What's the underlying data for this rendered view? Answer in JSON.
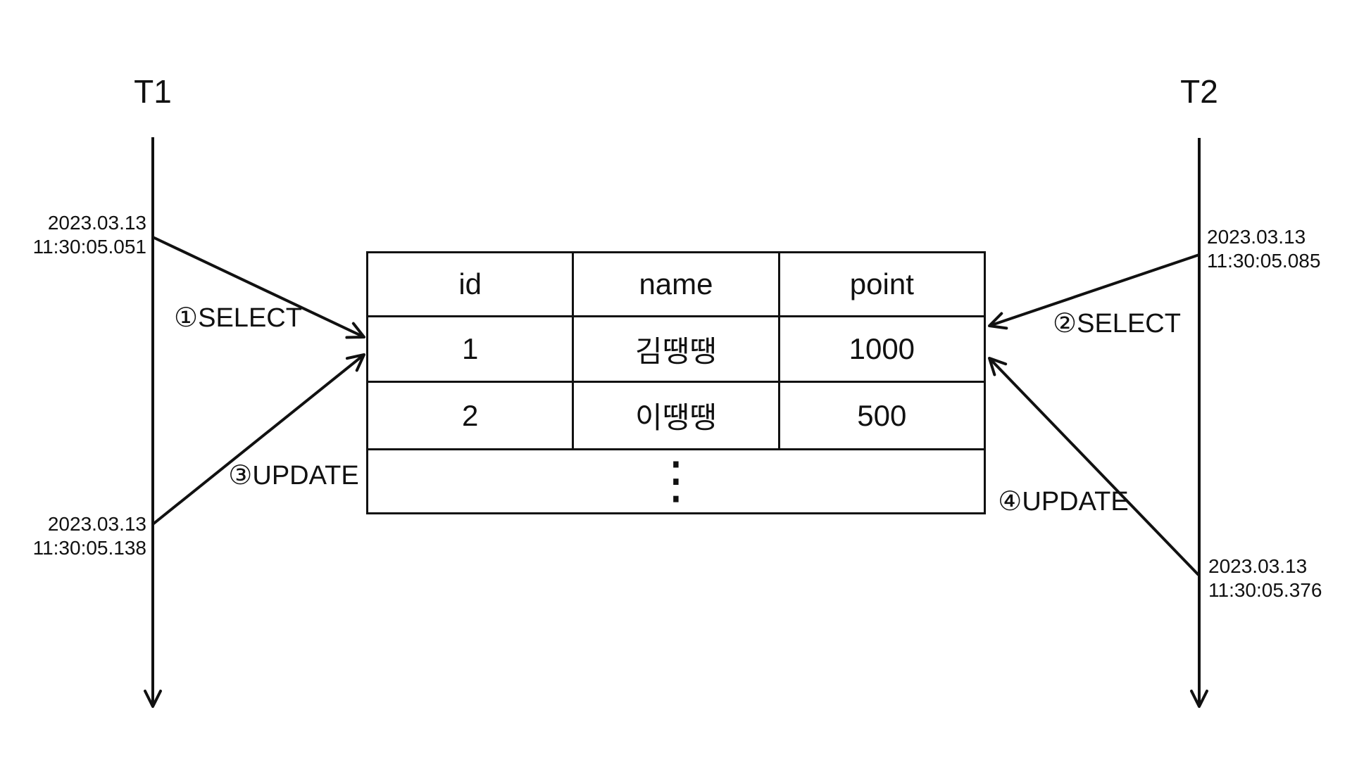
{
  "transactions": {
    "t1": {
      "label": "T1"
    },
    "t2": {
      "label": "T2"
    }
  },
  "timestamps": {
    "t1_select": {
      "date": "2023.03.13",
      "time": "11:30:05.051"
    },
    "t1_update": {
      "date": "2023.03.13",
      "time": "11:30:05.138"
    },
    "t2_select": {
      "date": "2023.03.13",
      "time": "11:30:05.085"
    },
    "t2_update": {
      "date": "2023.03.13",
      "time": "11:30:05.376"
    }
  },
  "operations": {
    "select1": "①SELECT",
    "select2": "②SELECT",
    "update3": "③UPDATE",
    "update4": "④UPDATE"
  },
  "table": {
    "headers": [
      "id",
      "name",
      "point"
    ],
    "rows": [
      [
        "1",
        "김땡땡",
        "1000"
      ],
      [
        "2",
        "이땡땡",
        "500"
      ]
    ],
    "ellipsis": "⋮"
  },
  "colors": {
    "line": "#111111",
    "background": "#ffffff"
  }
}
